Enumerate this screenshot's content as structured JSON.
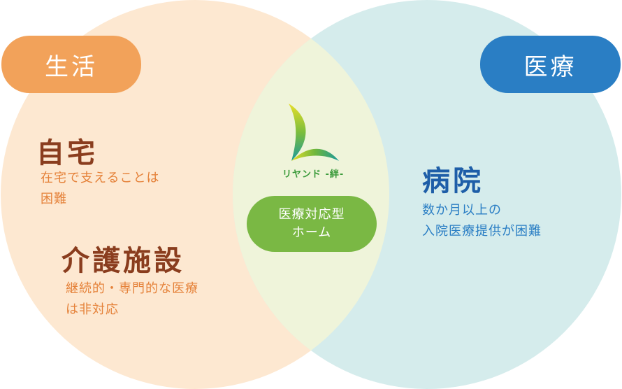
{
  "colors": {
    "life_circle": "#fde8d1",
    "medical_circle": "#d5ecec",
    "overlap": "#eff4da",
    "life_pill": "#f2a25a",
    "medical_pill": "#2a7ec4",
    "center_pill": "#7ab844",
    "heading_brown": "#8a3d1e",
    "sub_orange": "#e5823a",
    "heading_blue": "#1e5ea8",
    "sub_blue": "#2a7ec4"
  },
  "left": {
    "label": "生活",
    "items": [
      {
        "title": "自宅",
        "desc_lines": [
          "在宅で支えることは",
          "困難"
        ]
      },
      {
        "title": "介護施設",
        "desc_lines": [
          "継続的・専門的な医療",
          "は非対応"
        ]
      }
    ]
  },
  "right": {
    "label": "医療",
    "items": [
      {
        "title": "病院",
        "desc_lines": [
          "数か月以上の",
          "入院医療提供が困難"
        ]
      }
    ]
  },
  "center": {
    "logo_icon": "leaf-l-logo-icon",
    "logo_text": "リヤンド -絆-",
    "label_lines": [
      "医療対応型",
      "ホーム"
    ]
  }
}
